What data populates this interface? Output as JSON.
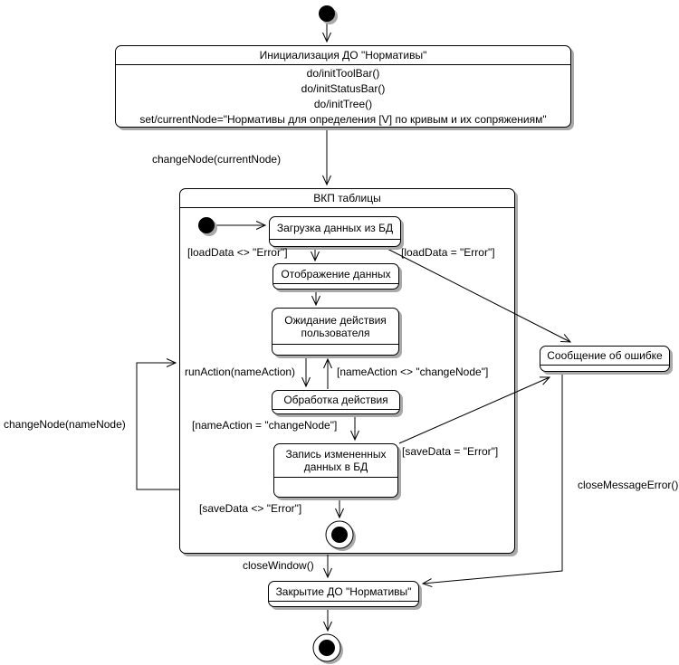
{
  "diagram": {
    "initial_activity": {
      "title": "Инициализация ДО \"Нормативы\"",
      "actions": [
        "do/initToolBar()",
        "do/initStatusBar()",
        "do/initTree()",
        "set/currentNode=\"Нормативы для определения [V] по кривым и их сопряжениям\""
      ]
    },
    "composite_state": {
      "title": "ВКП таблицы"
    },
    "states": {
      "load_data": "Загрузка данных из БД",
      "display_data": "Отображение данных",
      "wait_user": "Ожидание действия пользователя",
      "process_action": "Обработка действия",
      "save_data": "Запись измененных данных в БД",
      "error_message": "Сообщение об ошибке",
      "close_activity": "Закрытие ДО \"Нормативы\""
    },
    "transitions": {
      "change_node_current": "changeNode(currentNode)",
      "load_data_ok": "[loadData <> \"Error\"]",
      "load_data_error": "[loadData = \"Error\"]",
      "run_action": "runAction(nameAction)",
      "name_action_not_change_node": "[nameAction <> \"changeNode\"]",
      "name_action_change_node": "[nameAction = \"changeNode\"]",
      "save_data_error": "[saveData = \"Error\"]",
      "save_data_ok": "[saveData <> \"Error\"]",
      "change_node_name": "changeNode(nameNode)",
      "close_window": "closeWindow()",
      "close_message_error": "closeMessageError()"
    },
    "colors": {
      "line": "#000000",
      "shadow": "#a9a9a9",
      "fill": "#ffffff"
    }
  }
}
